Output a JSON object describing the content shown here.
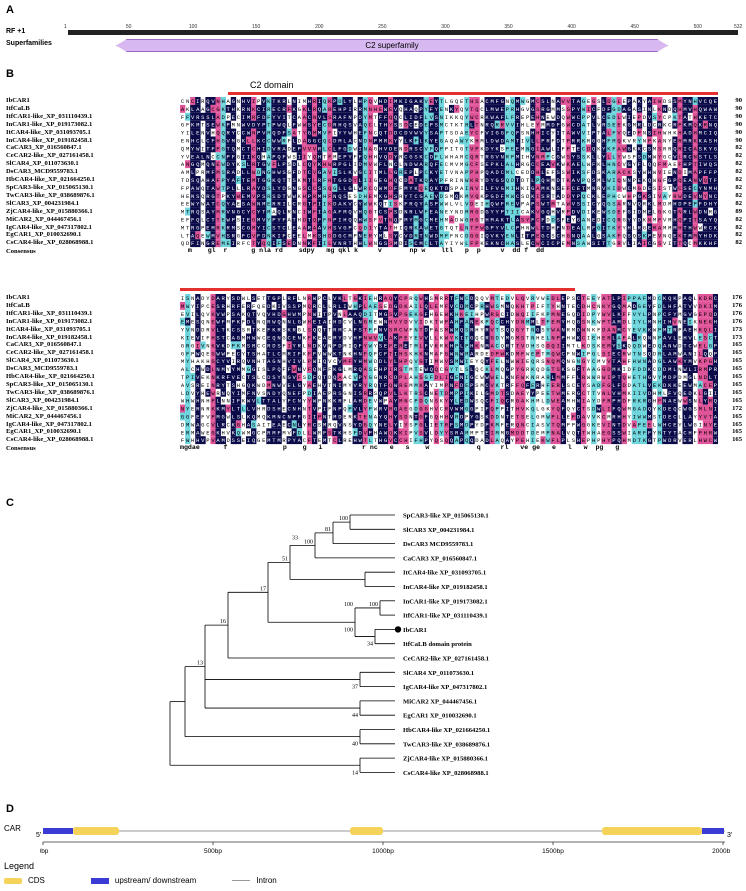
{
  "panel_a": {
    "label": "A",
    "rf_label": "RF +1",
    "superfamilies_label": "Superfamilies",
    "superfamily_name": "C2 superfamily",
    "ruler_ticks": [
      "1",
      "50",
      "100",
      "150",
      "200",
      "250",
      "300",
      "350",
      "400",
      "450",
      "500",
      "532"
    ]
  },
  "panel_b": {
    "label": "B",
    "domain_title": "C2 domain",
    "block1": {
      "names": [
        "IbCAR1",
        "ItfCaLB",
        "ItfCAR1-like_XP_031110439.1",
        "InCAR1-like_XP_019173082.1",
        "ItCAR4-like_XP_031093705.1",
        "InCAR4-like_XP_019182458.1",
        "CaCAR3_XP_016560847.1",
        "CeCAR2-like_XP_027161458.1",
        "SlCAR4_XP_011073630.1",
        "DsCAR3_MCD9559783.1",
        "HbCAR4-like_XP_021664250.1",
        "SpCAR3-like_XP_015065130.1",
        "TwCAR3-like_XP_038689876.1",
        "SlCAR3_XP_004231984.1",
        "ZjCAR4-like_XP_015880366.1",
        "MiCAR2_XP_044467456.1",
        "IgCAR4-like_XP_047317802.1",
        "EgCAR1_XP_010032690.1",
        "CsCAR4-like_XP_028068988.1",
        "Consensus"
      ],
      "ends": [
        "90",
        "90",
        "90",
        "90",
        "90",
        "90",
        "82",
        "82",
        "82",
        "82",
        "82",
        "82",
        "82",
        "82",
        "89",
        "82",
        "82",
        "82",
        "82"
      ],
      "consensus": "  m    gl  r      g nla rd    sdpy   mg qkl k     v       np w    ltl   p  p     v  dd f  dd"
    },
    "block2": {
      "names": [
        "IbCAR1",
        "ItfCaLB",
        "ItfCAR1-like_XP_031110439.1",
        "InCAR1-like_XP_019173082.1",
        "ItCAR4-like_XP_031093705.1",
        "InCAR4-like_XP_019182458.1",
        "CaCAR3_XP_016560847.1",
        "CeCAR2-like_XP_027161458.1",
        "SlCAR4_XP_011073630.1",
        "DsCAR3_MCD9559783.1",
        "HbCAR4-like_XP_021664250.1",
        "SpCAR3-like_XP_015065130.1",
        "TwCAR3-like_XP_038689876.1",
        "SlCAR3_XP_004231984.1",
        "ZjCAR4-like_XP_015880366.1",
        "MiCAR2_XP_044467456.1",
        "IgCAR4-like_XP_047317802.1",
        "EgCAR1_XP_010032690.1",
        "CsCAR4-like_XP_028068988.1",
        "Consensus"
      ],
      "ends": [
        "176",
        "176",
        "176",
        "176",
        "173",
        "173",
        "165",
        "165",
        "165",
        "165",
        "165",
        "165",
        "165",
        "165",
        "172",
        "165",
        "165",
        "165",
        "165"
      ],
      "consensus": "mgdae      f              p    g   i          r nc   e   s    w            q     rl   ve ge   e   l   w  pg   g"
    }
  },
  "panel_c": {
    "label": "C",
    "leaves": [
      "SpCAR3-like XP_015065130.1",
      "SlCAR3 XP_004231984.1",
      "DsCAR3 MCD9559783.1",
      "CaCAR3 XP_016560847.1",
      "ItCAR4-like XP_031093705.1",
      "InCAR4-like XP_019182458.1",
      "InCAR1-like XP_019173082.1",
      "ItfCAR1-like XP_031110439.1",
      "IbCAR1",
      "ItfCaLB domain protein",
      "CeCAR2-like XP_027161458.1",
      "SlCAR4 XP_011073630.1",
      "IgCAR4-like XP_047317802.1",
      "MiCAR2 XP_044467456.1",
      "EgCAR1 XP_010032690.1",
      "HbCAR4-like XP_021664250.1",
      "TwCAR3-like XP_038689876.1",
      "ZjCAR4-like XP_015880366.1",
      "CsCAR4-like XP_028068988.1"
    ],
    "bootstraps": [
      "100",
      "81",
      "100",
      "33",
      "51",
      "100",
      "100",
      "17",
      "100",
      "34",
      "16",
      "13",
      "37",
      "44",
      "40",
      "14"
    ]
  },
  "panel_d": {
    "label": "D",
    "gene_label": "CAR",
    "five_prime": "5'",
    "three_prime": "3'",
    "axis_ticks": [
      "0bp",
      "500bp",
      "1000bp",
      "1500bp",
      "2000bp"
    ]
  },
  "legend": {
    "title": "Legend",
    "items": [
      "CDS",
      "upstream/ downstream",
      "Intron"
    ],
    "colors": {
      "cds": "#f5d35a",
      "utr": "#3b3bd6",
      "intron": "#999999"
    }
  },
  "colors": {
    "dark": "#0b0b4a",
    "pink": "#e0559a",
    "cyan": "#6fd6dd",
    "domain_bar": "#e53030",
    "superfamily": "#d8b8f0"
  }
}
